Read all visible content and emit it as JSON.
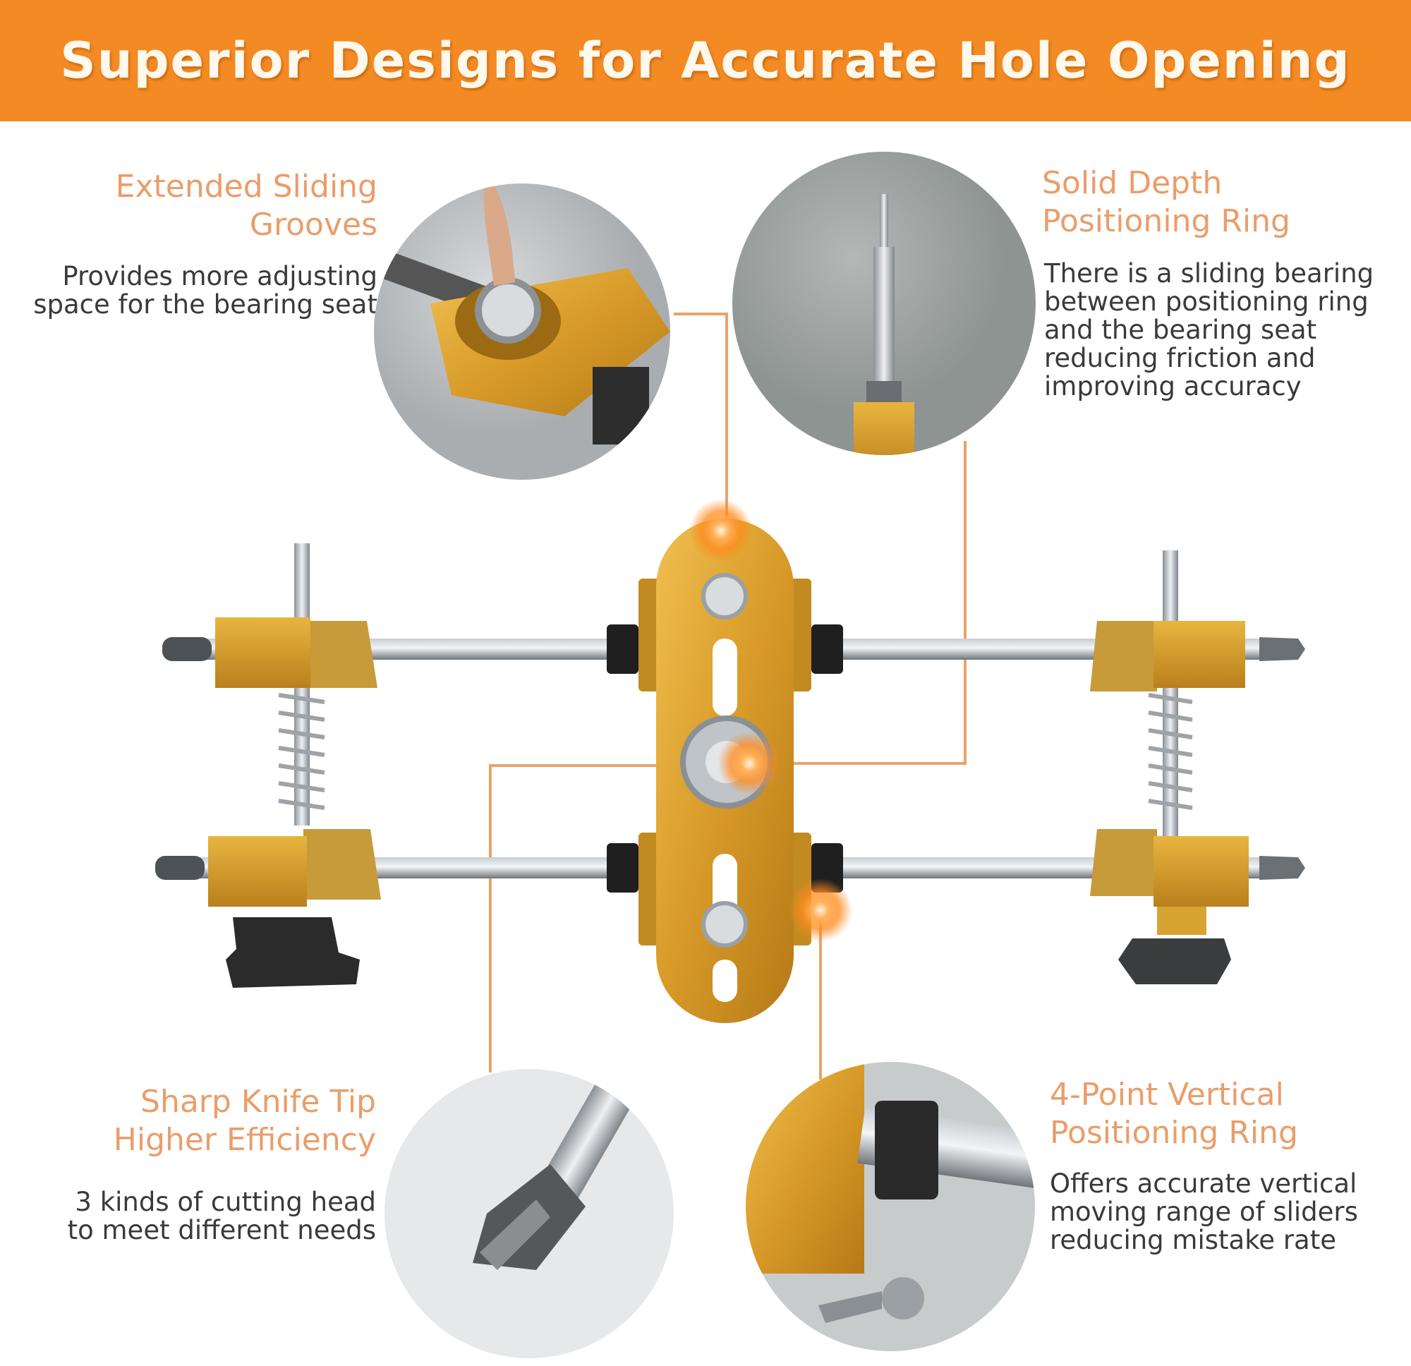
{
  "banner": {
    "title": "Superior Designs for Accurate Hole Opening",
    "color": "#f48a23"
  },
  "features": [
    {
      "title_lines": [
        "Extended Sliding",
        "Grooves"
      ],
      "desc_lines": [
        "Provides more adjusting",
        "space for the bearing seat"
      ]
    },
    {
      "title_lines": [
        "Solid Depth",
        "Positioning Ring"
      ],
      "desc_lines": [
        "There is a sliding bearing",
        "between positioning ring",
        "and the bearing seat",
        "reducing friction and",
        "improving accuracy"
      ]
    },
    {
      "title_lines": [
        "Sharp Knife Tip",
        "Higher Efficiency"
      ],
      "desc_lines": [
        "3 kinds of cutting head",
        "to meet different needs"
      ]
    },
    {
      "title_lines": [
        "4-Point Vertical",
        "Positioning Ring"
      ],
      "desc_lines": [
        "Offers accurate vertical",
        "moving range of sliders",
        "reducing mistake rate"
      ]
    }
  ],
  "colors": {
    "accent": "#f48a23",
    "callout_line": "#e9a36a",
    "gold": "#d9a032",
    "steel": "#8e949a"
  },
  "icons": {
    "product": "hinge-jig-tool",
    "hotspot": "glowing-dot"
  }
}
